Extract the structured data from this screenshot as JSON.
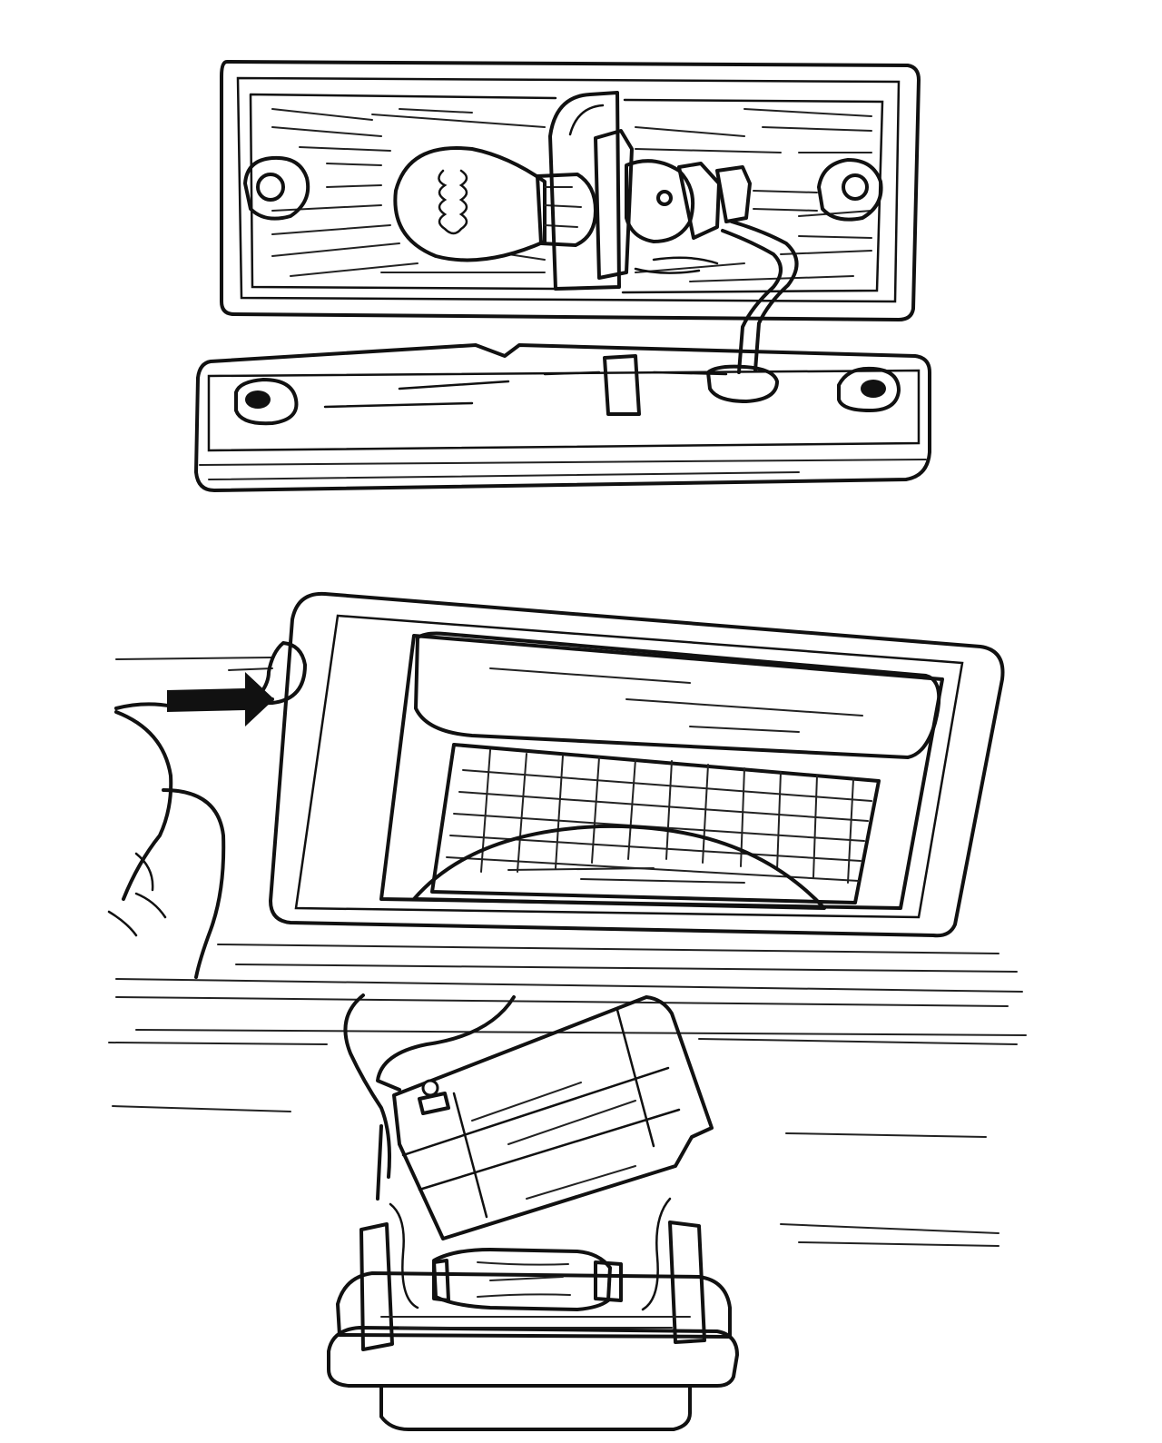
{
  "figures": [
    {
      "id": "tail-lamp-assembly",
      "parts": [
        "lens",
        "base",
        "bulb",
        "bulb-socket",
        "wiring-harness",
        "mounting-holes"
      ]
    },
    {
      "id": "license-plate-lamp-removal",
      "parts": [
        "lamp-housing",
        "finger",
        "direction-arrow",
        "lamp-unit-lens",
        "festoon-bulb",
        "spring-contacts",
        "wire"
      ],
      "arrow_direction": "right"
    }
  ],
  "colors": {
    "ink": "#111111",
    "mid_gray": "#9a9a9a",
    "light_gray": "#c8c8c8",
    "dark_gray": "#5a5a5a",
    "paper": "#ffffff"
  }
}
